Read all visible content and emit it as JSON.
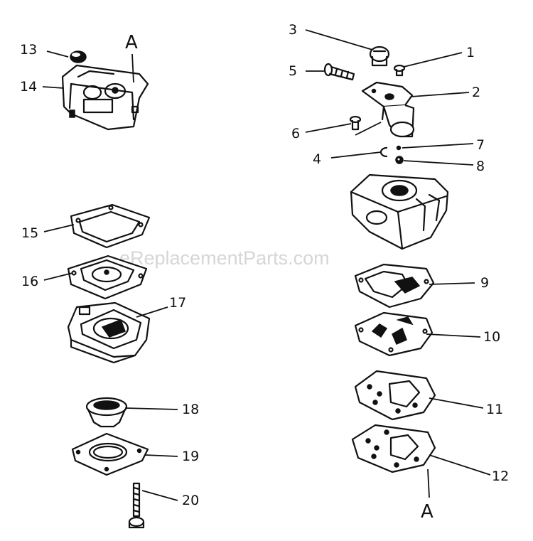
{
  "watermark": "eReplacementParts.com",
  "reference_marks": {
    "top": "A",
    "bottom": "A"
  },
  "callouts": [
    {
      "id": "p1",
      "label": "1"
    },
    {
      "id": "p2",
      "label": "2"
    },
    {
      "id": "p3",
      "label": "3"
    },
    {
      "id": "p4",
      "label": "4"
    },
    {
      "id": "p5",
      "label": "5"
    },
    {
      "id": "p6",
      "label": "6"
    },
    {
      "id": "p7",
      "label": "7"
    },
    {
      "id": "p8",
      "label": "8"
    },
    {
      "id": "p9",
      "label": "9"
    },
    {
      "id": "p10",
      "label": "10"
    },
    {
      "id": "p11",
      "label": "11"
    },
    {
      "id": "p12",
      "label": "12"
    },
    {
      "id": "p13",
      "label": "13"
    },
    {
      "id": "p14",
      "label": "14"
    },
    {
      "id": "p15",
      "label": "15"
    },
    {
      "id": "p16",
      "label": "16"
    },
    {
      "id": "p17",
      "label": "17"
    },
    {
      "id": "p18",
      "label": "18"
    },
    {
      "id": "p19",
      "label": "19"
    },
    {
      "id": "p20",
      "label": "20"
    }
  ]
}
